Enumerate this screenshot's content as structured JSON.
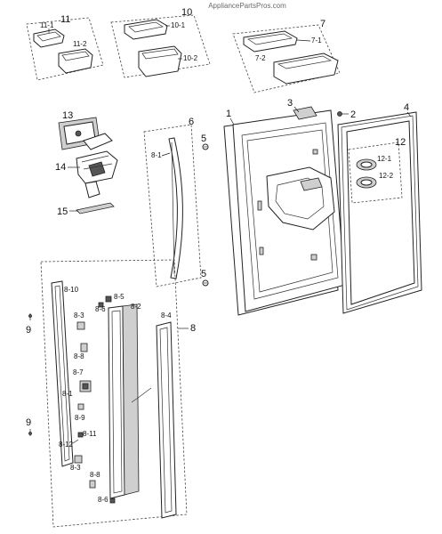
{
  "watermark": "AppliancePartsPros.com",
  "labels": {
    "p1": "1",
    "p2": "2",
    "p3": "3",
    "p4": "4",
    "p5a": "5",
    "p5b": "5",
    "p6": "6",
    "p7": "7",
    "p7_1": "7-1",
    "p7_2": "7-2",
    "p8": "8",
    "p8_1a": "8-1",
    "p8_1b": "8-1",
    "p8_2": "8-2",
    "p8_3a": "8-3",
    "p8_3b": "8-3",
    "p8_4": "8-4",
    "p8_5": "8-5",
    "p8_6a": "8-6",
    "p8_6b": "8-6",
    "p8_7": "8-7",
    "p8_8a": "8-8",
    "p8_8b": "8-8",
    "p8_9": "8-9",
    "p8_10": "8-10",
    "p8_11": "8-11",
    "p8_12": "8-12",
    "p9a": "9",
    "p9b": "9",
    "p10": "10",
    "p10_1": "10-1",
    "p10_2": "10-2",
    "p11": "11",
    "p11_1": "11-1",
    "p11_2": "11-2",
    "p12": "12",
    "p12_1": "12-1",
    "p12_2": "12-2",
    "p13": "13",
    "p14": "14",
    "p15": "15"
  }
}
